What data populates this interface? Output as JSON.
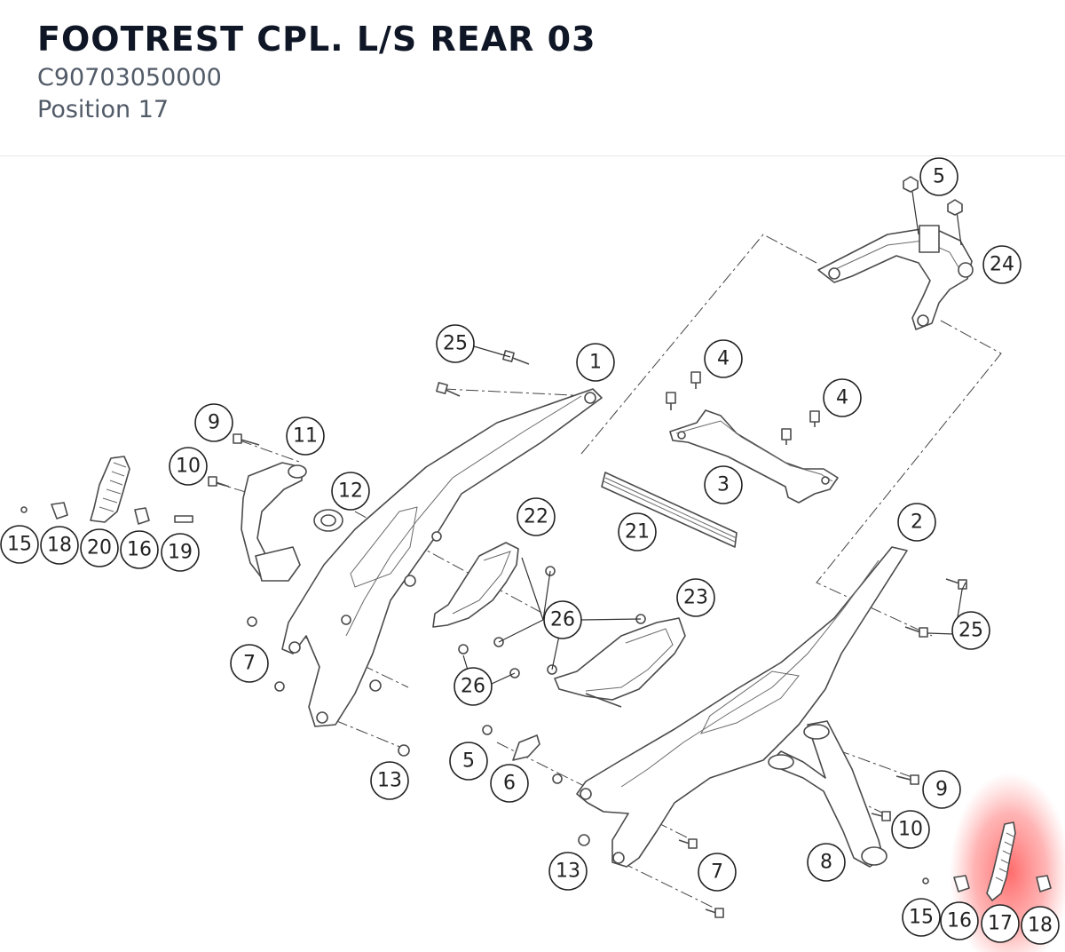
{
  "header": {
    "title": "FOOTREST CPL. L/S REAR 03",
    "part_number": "C90703050000",
    "position": "Position 17"
  },
  "highlight_color": "#ff4d4d",
  "highlighted_callout": "17",
  "callouts": [
    {
      "id": "c5a",
      "label": "5"
    },
    {
      "id": "c24",
      "label": "24"
    },
    {
      "id": "c25a",
      "label": "25"
    },
    {
      "id": "c1",
      "label": "1"
    },
    {
      "id": "c4a",
      "label": "4"
    },
    {
      "id": "c4b",
      "label": "4"
    },
    {
      "id": "c9a",
      "label": "9"
    },
    {
      "id": "c11",
      "label": "11"
    },
    {
      "id": "c10a",
      "label": "10"
    },
    {
      "id": "c12",
      "label": "12"
    },
    {
      "id": "c3",
      "label": "3"
    },
    {
      "id": "c15a",
      "label": "15"
    },
    {
      "id": "c18a",
      "label": "18"
    },
    {
      "id": "c20",
      "label": "20"
    },
    {
      "id": "c16a",
      "label": "16"
    },
    {
      "id": "c19",
      "label": "19"
    },
    {
      "id": "c22",
      "label": "22"
    },
    {
      "id": "c21",
      "label": "21"
    },
    {
      "id": "c2",
      "label": "2"
    },
    {
      "id": "c23",
      "label": "23"
    },
    {
      "id": "c26a",
      "label": "26"
    },
    {
      "id": "c25b",
      "label": "25"
    },
    {
      "id": "c7a",
      "label": "7"
    },
    {
      "id": "c26b",
      "label": "26"
    },
    {
      "id": "c5b",
      "label": "5"
    },
    {
      "id": "c6",
      "label": "6"
    },
    {
      "id": "c13a",
      "label": "13"
    },
    {
      "id": "c9b",
      "label": "9"
    },
    {
      "id": "c10b",
      "label": "10"
    },
    {
      "id": "c8",
      "label": "8"
    },
    {
      "id": "c13b",
      "label": "13"
    },
    {
      "id": "c7b",
      "label": "7"
    },
    {
      "id": "c15b",
      "label": "15"
    },
    {
      "id": "c16b",
      "label": "16"
    },
    {
      "id": "c17",
      "label": "17"
    },
    {
      "id": "c18b",
      "label": "18"
    }
  ]
}
